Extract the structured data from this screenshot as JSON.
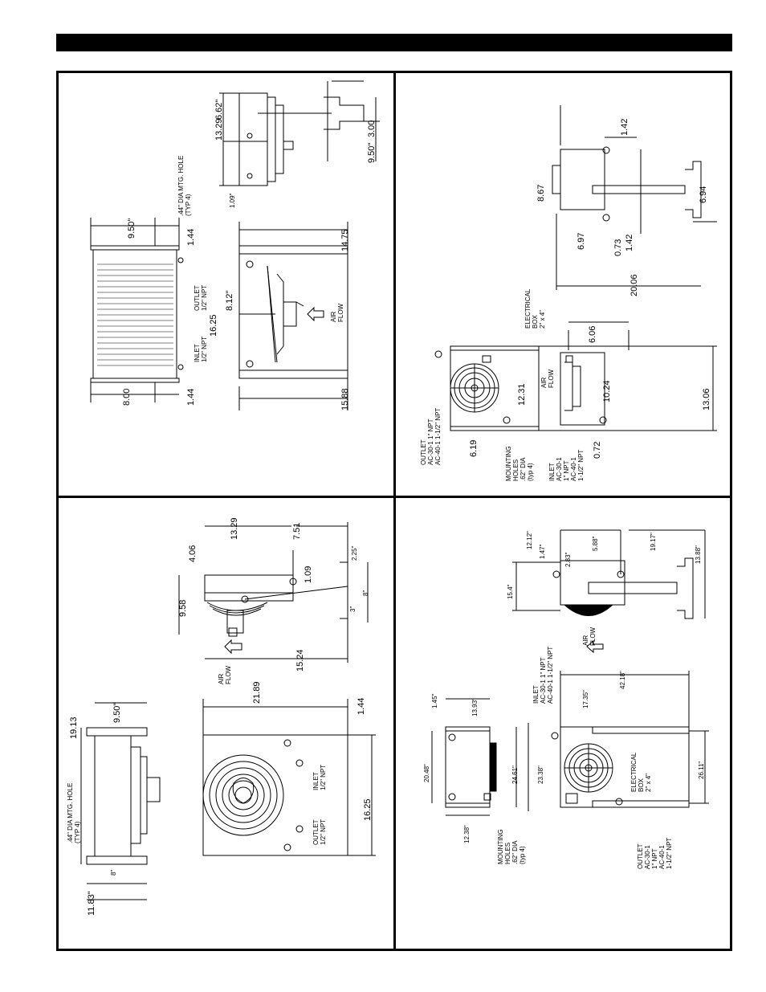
{
  "panels": {
    "top_left": {
      "dims": {
        "d1": "9.50\"",
        "d2": "1.44",
        "d3": "8.00",
        "d4": "1.44",
        "d5": "16.25",
        "d6": "8.12\"",
        "d7": "14.75",
        "d8": "15.88",
        "d9": "13.29",
        "d10": "6.62\"",
        "d11": "3.00",
        "d12": "9.50\"",
        "d13": "1.09\""
      },
      "labels": {
        "hole": ".44\" DIA MTG. HOLE",
        "hole2": "(TYP 4)",
        "outlet": "OUTLET",
        "outlet2": "1/2\" NPT",
        "inlet": "INLET",
        "inlet2": "1/2\" NPT",
        "air": "AIR",
        "flow": "FLOW"
      }
    },
    "top_right": {
      "dims": {
        "d1": "1.42",
        "d2": "8.67",
        "d3": "6.94",
        "d4": "6.97",
        "d5": "0.73",
        "d6": "1.42",
        "d7": "20.06",
        "d8": "6.06",
        "d9": "12.31",
        "d10": "10.24",
        "d11": "13.06",
        "d12": "6.19",
        "d13": "0.72"
      },
      "labels": {
        "elec": "ELECTRICAL",
        "elec2": "BOX",
        "elec3": "2\" x 4\"",
        "air": "AIR",
        "flow": "FLOW",
        "outlet": "OUTLET",
        "outlet2": "AC-30-1 1\" NPT",
        "outlet3": "AC-40-1 1-1/2\" NPT",
        "mount": "MOUNTING",
        "mount2": "HOLES",
        "mount3": ".62\" DIA",
        "mount4": "(typ 4)",
        "inlet": "INLET",
        "inlet2": "AC-30-1",
        "inlet3": "1\" NPT",
        "inlet4": "AC-40-1",
        "inlet5": "1-1/2\" NPT"
      }
    },
    "bottom_left": {
      "dims": {
        "d1": "13.29",
        "d2": "4.06",
        "d3": "7.51",
        "d4": "2.25\"",
        "d5": "1.09",
        "d6": "9.58",
        "d7": "8\"",
        "d8": "3\"",
        "d9": "15.24",
        "d10": "9.50\"",
        "d11": "19.13",
        "d12": "21.89",
        "d13": "1.44",
        "d14": "16.25",
        "d15": "8\"",
        "d16": "11.83\""
      },
      "labels": {
        "air": "AIR",
        "flow": "FLOW",
        "hole": ".44\" DIA MTG. HOLE",
        "hole2": "(TYP 4)",
        "inlet": "INLET",
        "inlet2": "1/2\" NPT",
        "outlet": "OUTLET",
        "outlet2": "1/2\" NPT"
      }
    },
    "bottom_right": {
      "dims": {
        "d1": "12.12\"",
        "d2": "1.47\"",
        "d3": "2.83\"",
        "d4": "5.88\"",
        "d5": "19.17\"",
        "d6": "15.4\"",
        "d7": "13.88\"",
        "d8": "42.18\"",
        "d9": "17.35\"",
        "d10": "26.11\"",
        "d11": "1.45\"",
        "d12": "13.93\"",
        "d13": "20.48\"",
        "d14": "24.61\"",
        "d15": "23.38\"",
        "d16": "12.38\""
      },
      "labels": {
        "air": "AIR",
        "flow": "FLOW",
        "inlet": "INLET",
        "inlet2": "AC-30-1 1\" NPT",
        "inlet3": "AC-40-1 1-1/2\" NPT",
        "elec": "ELECTRICAL",
        "elec2": "BOX",
        "elec3": "2\" x 4\"",
        "outlet": "OUTLET",
        "outlet2": "AC-30-1",
        "outlet3": "1\" NPT",
        "outlet4": "AC-40-1",
        "outlet5": "1-1/2\" NPT",
        "mount": "MOUNTING",
        "mount2": "HOLES",
        "mount3": ".62\" DIA",
        "mount4": "(typ 4)"
      }
    }
  }
}
